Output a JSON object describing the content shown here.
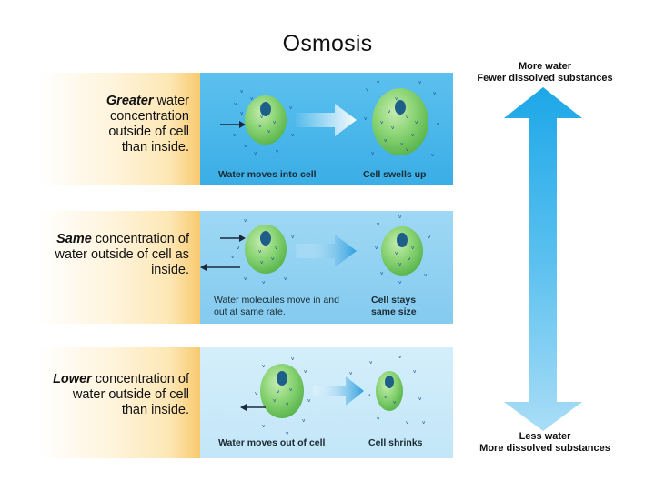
{
  "title": "Osmosis",
  "scale": {
    "top_line1": "More water",
    "top_line2": "Fewer dissolved substances",
    "bottom_line1": "Less water",
    "bottom_line2": "More dissolved substances"
  },
  "rows": [
    {
      "emph": "Greater",
      "text_rest": " water concentration outside of cell than inside.",
      "caption_left": "Water moves into cell",
      "caption_right": "Cell swells up"
    },
    {
      "emph": "Same",
      "text_rest": " concentration of water outside of cell as inside.",
      "caption_left": "Water molecules move in and out at same rate.",
      "caption_right": "Cell stays same size"
    },
    {
      "emph": "Lower",
      "text_rest": " concentration of water outside of cell than inside.",
      "caption_left": "Water moves out of cell",
      "caption_right": "Cell shrinks"
    }
  ],
  "colors": {
    "panel1": "#4cb6ea",
    "panel2": "#8ed0f2",
    "panel3": "#c8e9fa",
    "cell": "#7fcf6a",
    "nucleus": "#1e5f8a",
    "molecule": "#1a4f9c"
  }
}
